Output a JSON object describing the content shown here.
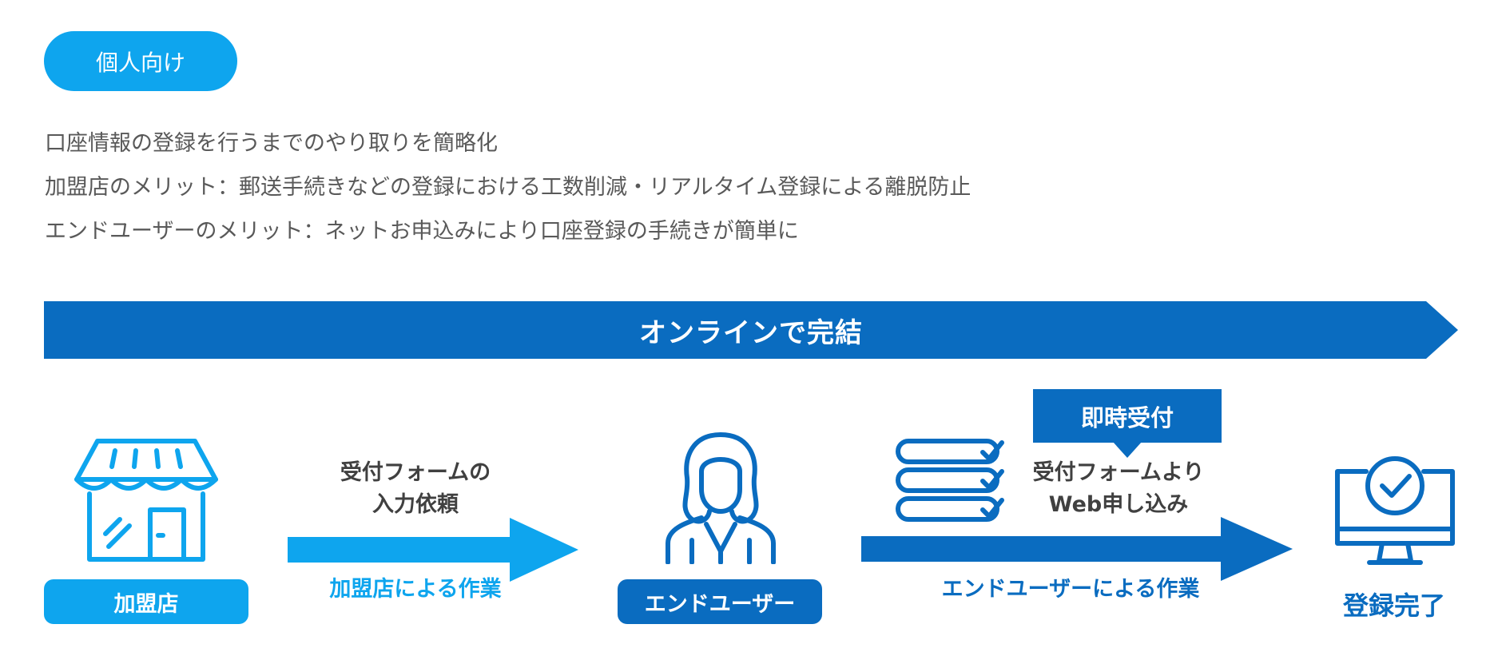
{
  "badge": {
    "label": "個人向け"
  },
  "description": {
    "lines": [
      "口座情報の登録を行うまでのやり取りを簡略化",
      "加盟店のメリット：郵送手続きなどの登録における工数削減・リアルタイム登録による離脱防止",
      "エンドユーザーのメリット：ネットお申込みにより口座登録の手続きが簡単に"
    ]
  },
  "flow": {
    "banner": "オンラインで完結",
    "merchant": {
      "label": "加盟店"
    },
    "step1": {
      "lines": [
        "受付フォームの",
        "入力依頼"
      ],
      "caption": "加盟店による作業"
    },
    "enduser": {
      "label": "エンドユーザー"
    },
    "step2": {
      "badge": "即時受付",
      "lines": [
        "受付フォームより",
        "Web申し込み"
      ],
      "caption": "エンドユーザーによる作業"
    },
    "complete": {
      "label": "登録完了"
    }
  },
  "colors": {
    "light_blue": "#0ea5ee",
    "dark_blue": "#0a6cc0",
    "text_gray": "#595959"
  },
  "icons": [
    "shop-icon",
    "user-icon",
    "form-list-icon",
    "monitor-check-icon"
  ]
}
